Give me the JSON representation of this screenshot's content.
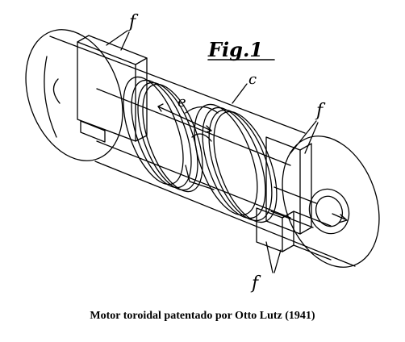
{
  "figure_title": "Fig.1",
  "labels": {
    "f_top": "f",
    "c": "c",
    "e": "e",
    "f_right": "f",
    "f_bottom": "f"
  },
  "caption": "Motor toroidal patentado por Otto Lutz (1941)",
  "colors": {
    "ink": "#000000",
    "paper": "#ffffff"
  }
}
